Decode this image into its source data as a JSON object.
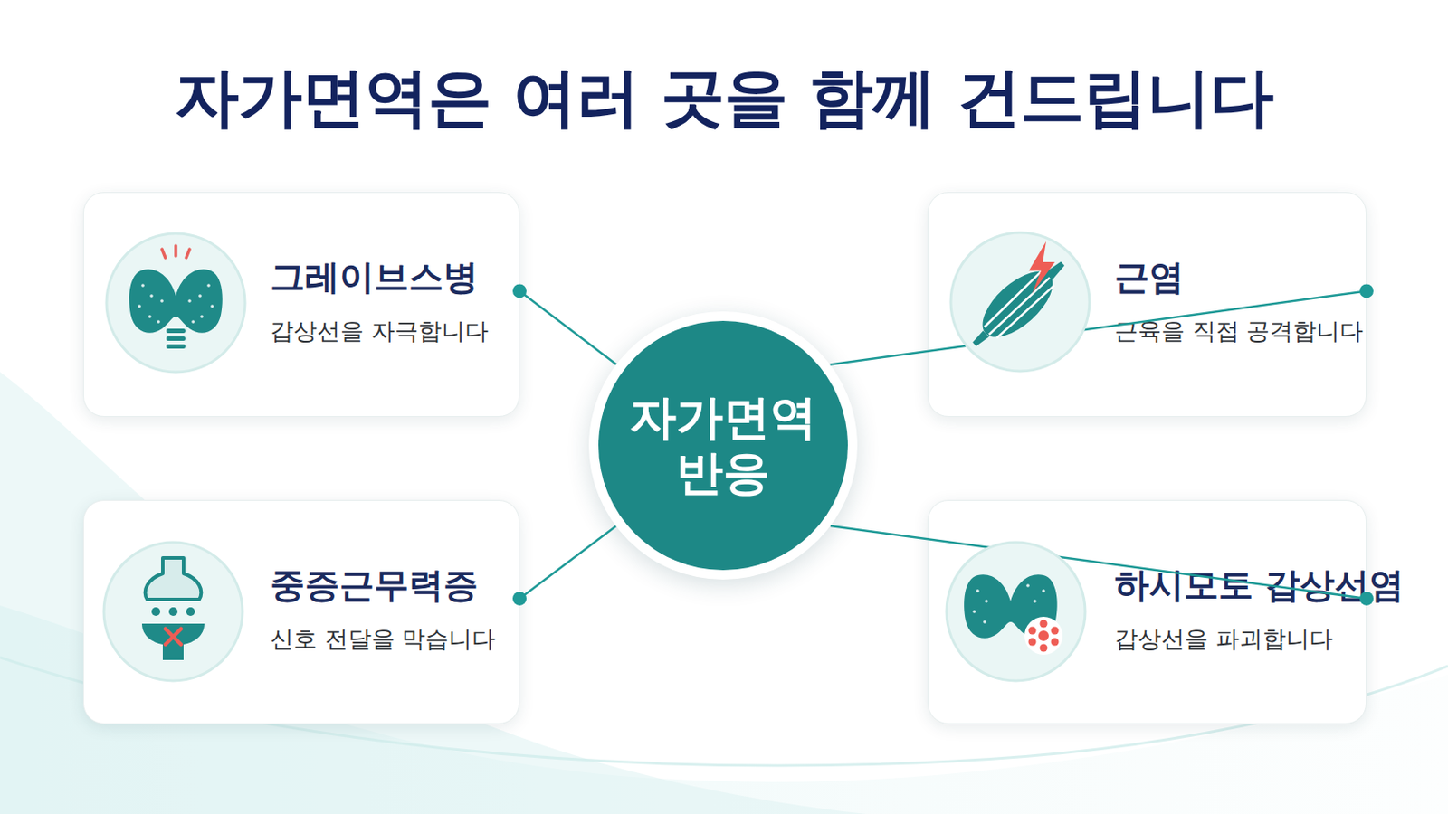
{
  "diagram": {
    "title": "자가면역은 여러 곳을 함께 건드립니다",
    "nodes": [
      {
        "text": [
          "그레이브스병",
          "갑상선을 자극합니다"
        ]
      },
      {
        "text": [
          "근염",
          "근육을 직접 공격합니다"
        ]
      },
      {
        "text": [
          "자가면역 반응"
        ]
      },
      {
        "text": [
          "중증근무력증",
          "신호 전달을 막습니다"
        ]
      },
      {
        "text": [
          "하시모토 갑상선염",
          "갑상선을 파괴합니다"
        ]
      }
    ],
    "edges": [
      {
        "from": 2,
        "to": 0,
        "arrow": "none"
      },
      {
        "from": 2,
        "to": 1,
        "arrow": "none"
      },
      {
        "from": 2,
        "to": 3,
        "arrow": "none"
      },
      {
        "from": 2,
        "to": 4,
        "arrow": "none"
      }
    ]
  }
}
